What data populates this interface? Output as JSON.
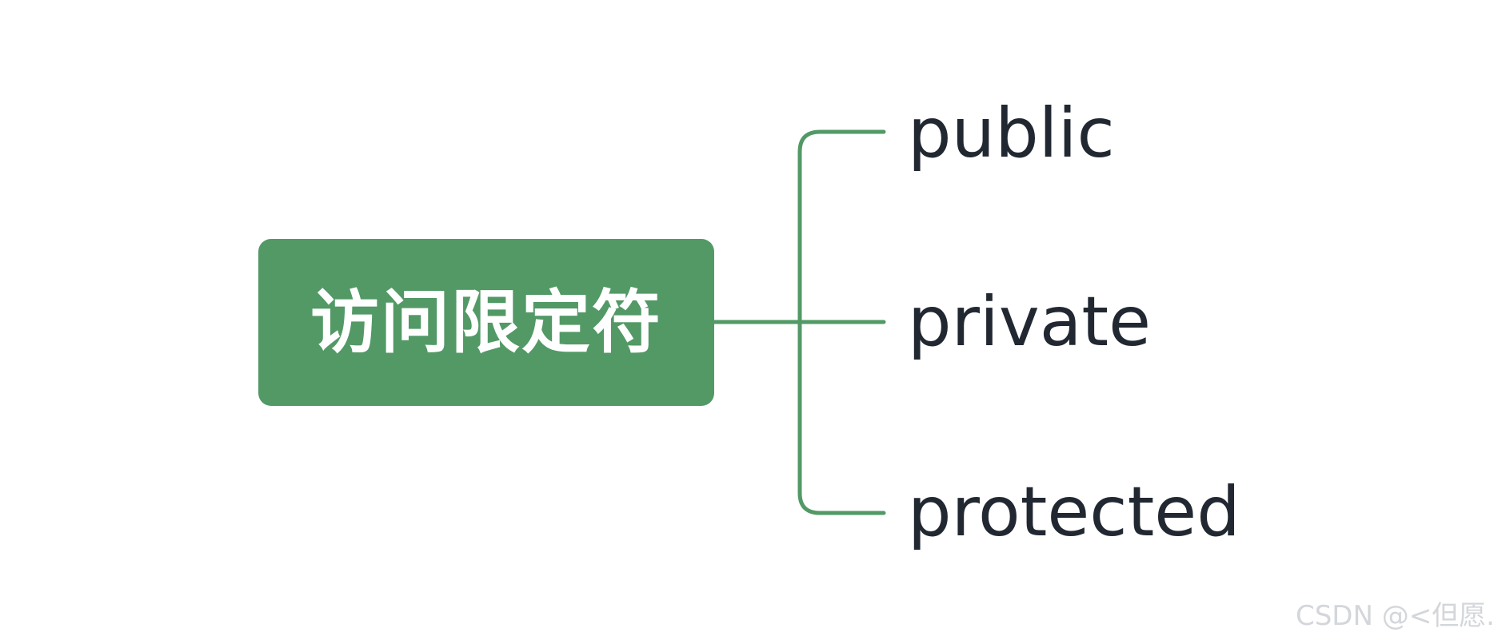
{
  "mindmap": {
    "root": {
      "label": "访问限定符"
    },
    "children": [
      {
        "label": "public"
      },
      {
        "label": "private"
      },
      {
        "label": "protected"
      }
    ]
  },
  "watermark": {
    "text": "CSDN @<但愿."
  },
  "colors": {
    "branch": "#529966",
    "root_fill": "#529966",
    "root_text": "#ffffff",
    "child_text": "#222831",
    "watermark": "#d3d6da"
  }
}
